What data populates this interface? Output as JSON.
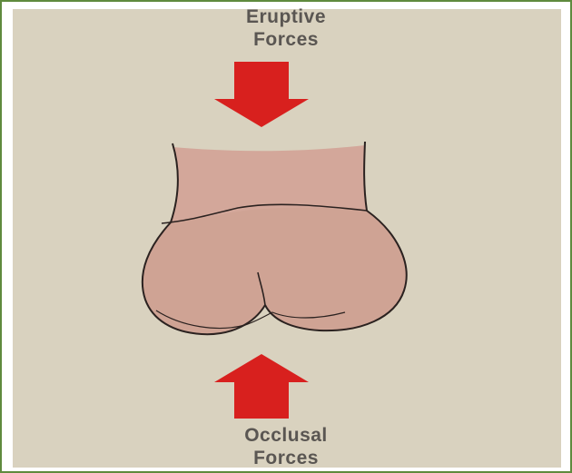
{
  "diagram": {
    "top_label": {
      "line1": "Eruptive",
      "line2": "Forces"
    },
    "bottom_label": {
      "line1": "Occlusal",
      "line2": "Forces"
    },
    "colors": {
      "background": "#d9d2bf",
      "frame": "#5f8a3e",
      "arrow": "#d8201e",
      "tooth_root": "#d3a79a",
      "tooth_crown": "#cfa394",
      "outline": "#2b2220",
      "text": "#5a5652"
    },
    "icons": {
      "top_arrow": "arrow-down-icon",
      "bottom_arrow": "arrow-up-icon",
      "tooth": "molar-tooth-icon"
    }
  }
}
